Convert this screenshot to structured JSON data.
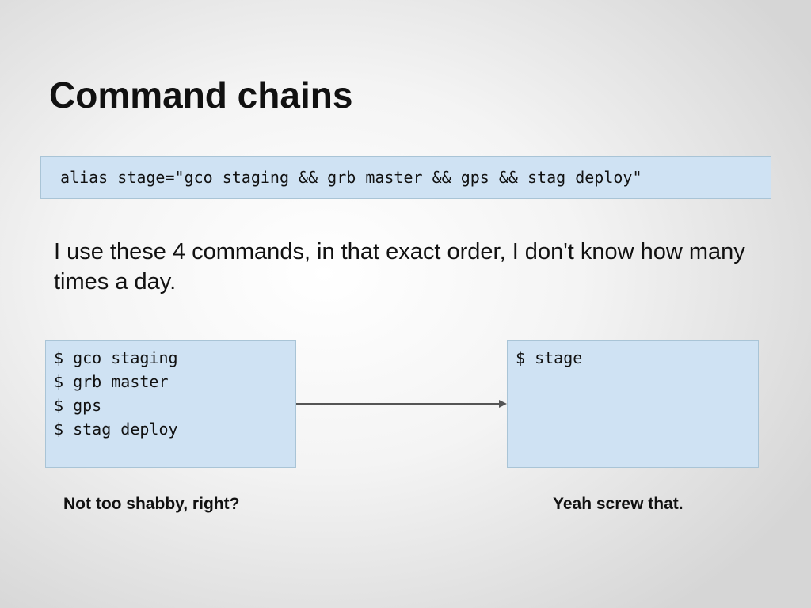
{
  "slide": {
    "title": "Command chains",
    "alias_code": "alias stage=\"gco staging && grb master && gps && stag deploy\"",
    "body_text": "I use these 4 commands, in that exact order, I don't know how many times a day.",
    "left_box": {
      "lines": [
        "$ gco staging",
        "$ grb master",
        "$ gps",
        "$ stag deploy"
      ]
    },
    "right_box": {
      "lines": [
        "$ stage"
      ]
    },
    "caption_left": "Not too shabby, right?",
    "caption_right": "Yeah screw that."
  },
  "colors": {
    "code_box_fill": "#cfe2f3",
    "code_box_border": "#a9c4d6",
    "arrow": "#555555"
  }
}
